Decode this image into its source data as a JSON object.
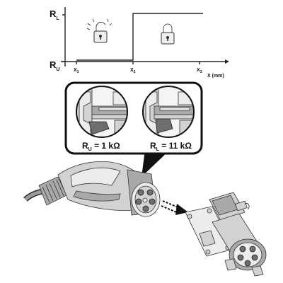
{
  "graph": {
    "y_top_label": "R",
    "y_top_sub": "L",
    "y_bottom_label": "R",
    "y_bottom_sub": "U",
    "x_ticks": [
      {
        "label": "X",
        "sub": "1"
      },
      {
        "label": "X",
        "sub": "2"
      },
      {
        "label": "X",
        "sub": "3"
      }
    ],
    "x_axis_label": "X (mm)",
    "state_left_icon": "unlocked-padlock-icon",
    "state_right_icon": "locked-padlock-icon"
  },
  "callout": {
    "left_label": "R",
    "left_sub": "U",
    "left_value": " = 1 kΩ",
    "right_label": "R",
    "right_sub": "L",
    "right_value": " = 11 kΩ"
  },
  "illustration": {
    "plug": "charging-plug",
    "socket": "vehicle-inlet-socket",
    "arrow": "unplug-direction-arrow"
  }
}
